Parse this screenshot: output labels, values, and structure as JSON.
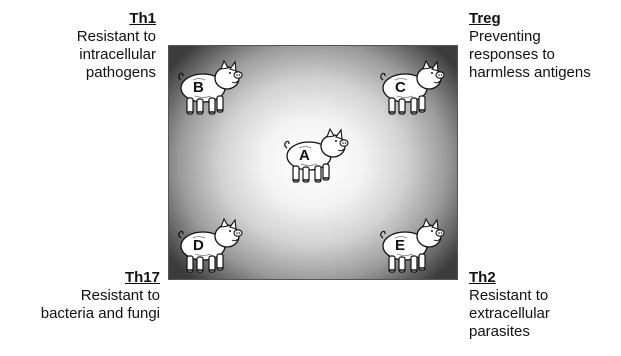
{
  "quadrants": {
    "top_left": {
      "heading": "Th1",
      "text": "Resistant to\nintracellular\npathogens"
    },
    "top_right": {
      "heading": "Treg",
      "text": "Preventing\nresponses to\nharmless antigens"
    },
    "bottom_left": {
      "heading": "Th17",
      "text": "Resistant to\nbacteria and fungi"
    },
    "bottom_right": {
      "heading": "Th2",
      "text": "Resistant to\nextracellular\nparasites"
    }
  },
  "pigs": {
    "center": {
      "letter": "A"
    },
    "top_left": {
      "letter": "B"
    },
    "top_right": {
      "letter": "C"
    },
    "bottom_left": {
      "letter": "D"
    },
    "bottom_right": {
      "letter": "E"
    }
  }
}
